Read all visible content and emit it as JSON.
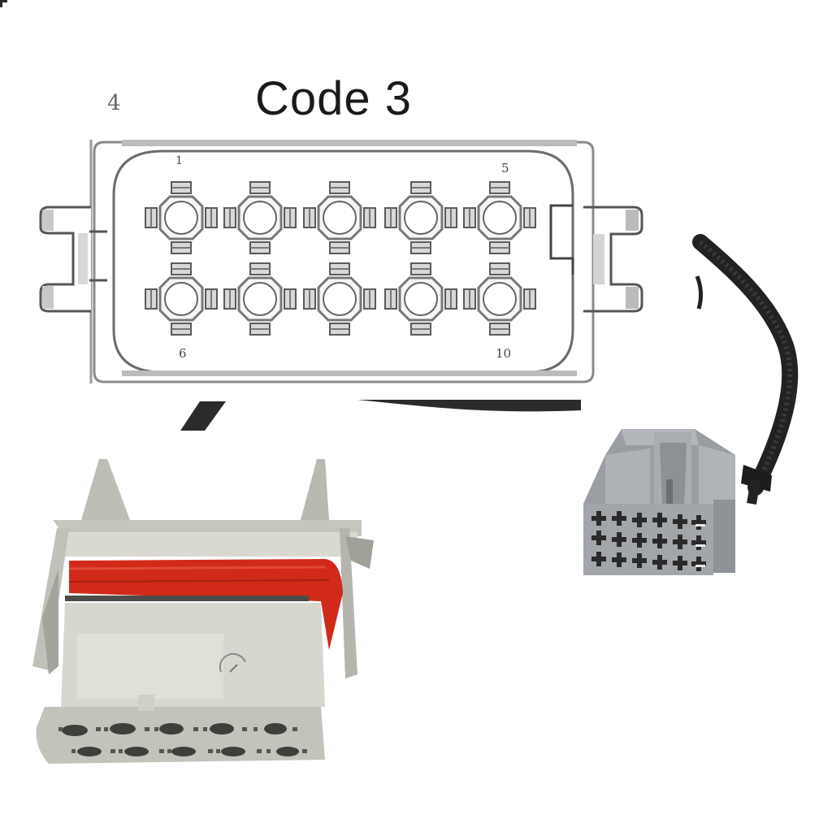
{
  "diagram": {
    "title": "Code 3",
    "corner_label": "4",
    "pin_labels": {
      "top_left": "1",
      "top_right": "5",
      "bottom_left": "6",
      "bottom_right": "10"
    },
    "pin_rows": 2,
    "pin_columns": 5,
    "line_color": "#555555"
  },
  "photos": {
    "left_connector": {
      "description": "grey 10-pin sealed connector with red seal",
      "body_color": "#d3d4cc",
      "seal_color": "#d42a1a",
      "cavity_rows": 2,
      "cavity_columns": 5
    },
    "right_connector": {
      "description": "grey multi-pin connector with braided black cable",
      "body_color": "#9a9ea3",
      "cable_color": "#262626",
      "cavity_rows": 3,
      "cavity_columns": 6
    }
  }
}
